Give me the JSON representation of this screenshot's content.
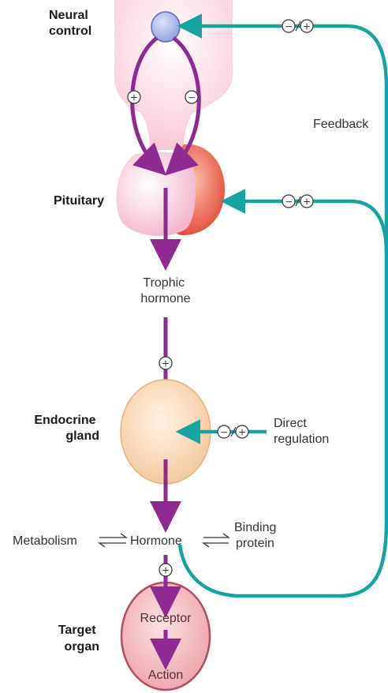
{
  "labels": {
    "neural_control": [
      "Neural",
      "control"
    ],
    "feedback": "Feedback",
    "pituitary": "Pituitary",
    "trophic_hormone": [
      "Trophic",
      "hormone"
    ],
    "endocrine_gland": [
      "Endocrine",
      "gland"
    ],
    "direct_regulation": [
      "Direct",
      "regulation"
    ],
    "metabolism": "Metabolism",
    "hormone": "Hormone",
    "binding_protein": [
      "Binding",
      "protein"
    ],
    "target_organ": [
      "Target",
      "organ"
    ],
    "receptor": "Receptor",
    "action": "Action"
  },
  "signs": {
    "plus": "+",
    "minus": "−"
  },
  "colors": {
    "purple_arrow": "#8e2a92",
    "teal_arrow": "#17a3a0",
    "hypothalamus_fill": "#fde2ea",
    "pituitary_anterior": "#fbe0ec",
    "pituitary_posterior": "#e5533f",
    "neuron_fill": "#aeb9ec",
    "gland_fill": "#f7d2a8",
    "target_fill": "#f2b9bc"
  }
}
